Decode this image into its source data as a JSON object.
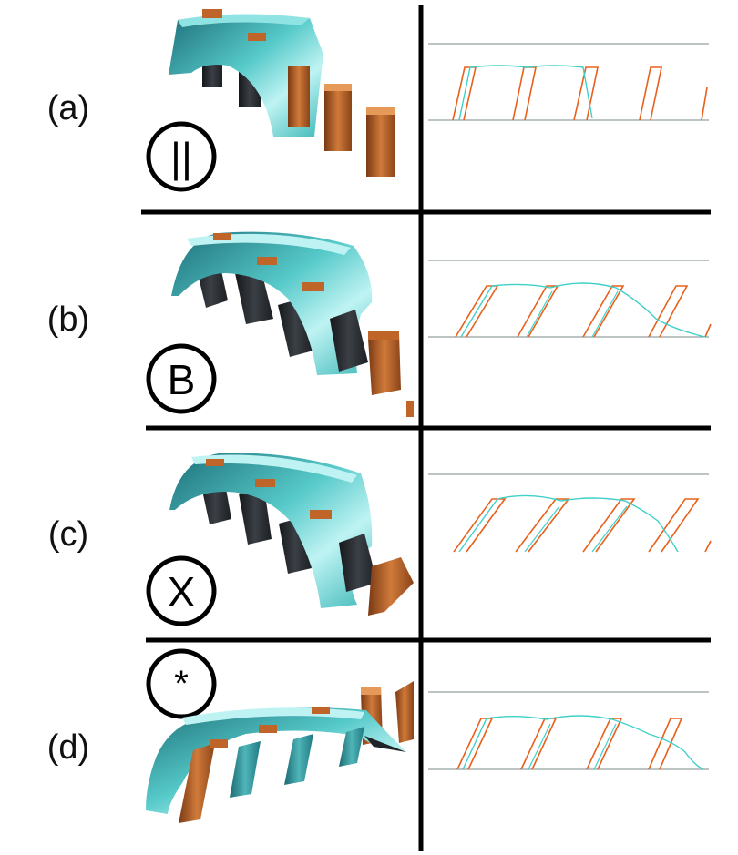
{
  "rows": [
    {
      "label": "(a)",
      "symbol": "||"
    },
    {
      "label": "(b)",
      "symbol": "B"
    },
    {
      "label": "(c)",
      "symbol": "X"
    },
    {
      "label": "(d)",
      "symbol": "*"
    }
  ],
  "colors": {
    "membrane": "#3fb8b8",
    "membrane_light": "#8fe3e3",
    "membrane_dark": "#1d6f78",
    "fin_orange": "#c0652a",
    "fin_dark": "#2b2e33",
    "line_cyan": "#3fd0c8",
    "line_orange": "#e8601c",
    "divider": "#000000",
    "guide": "#7a8a8a"
  }
}
